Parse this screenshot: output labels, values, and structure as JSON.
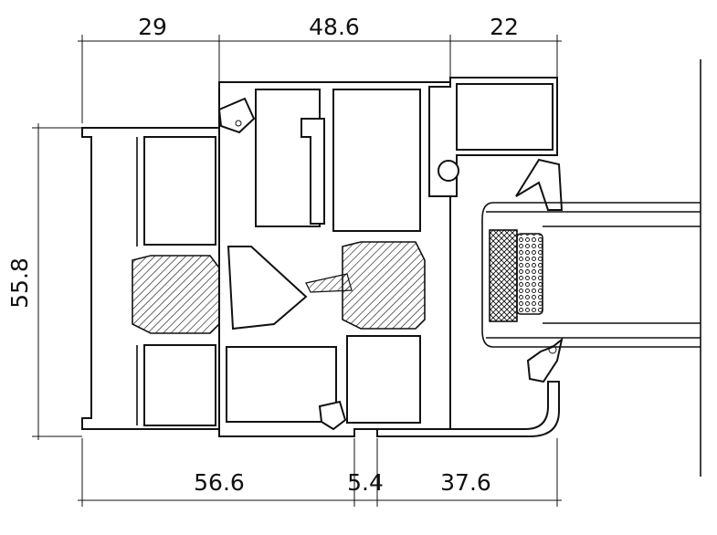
{
  "drawing": {
    "title": "Window profile cross-section",
    "dimensions": {
      "top": [
        "29",
        "48.6",
        "22"
      ],
      "left": "55.8",
      "bottom": [
        "56.6",
        "5.4",
        "37.6"
      ]
    },
    "line_color": "#111111"
  }
}
